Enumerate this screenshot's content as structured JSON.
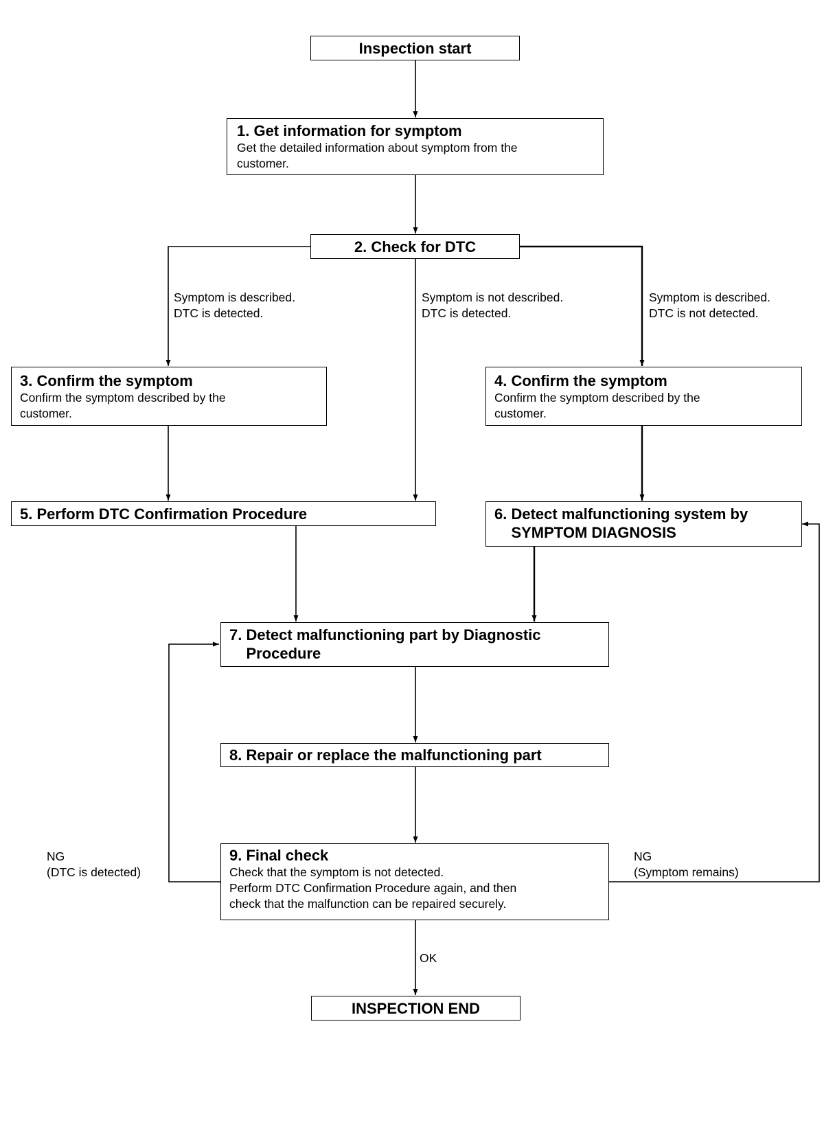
{
  "nodes": {
    "start": {
      "title": "Inspection start"
    },
    "s1": {
      "title": "1. Get information for symptom",
      "desc": "Get the detailed information about symptom from the\ncustomer."
    },
    "s2": {
      "title": "2. Check for DTC"
    },
    "s3": {
      "title": "3. Confirm the symptom",
      "desc": "Confirm the symptom described by the\ncustomer."
    },
    "s4": {
      "title": "4. Confirm the symptom",
      "desc": "Confirm the symptom described by the\ncustomer."
    },
    "s5": {
      "title": "5. Perform DTC Confirmation Procedure"
    },
    "s6": {
      "title": "6. Detect malfunctioning system by\n    SYMPTOM DIAGNOSIS"
    },
    "s7": {
      "title": "7. Detect malfunctioning part by Diagnostic\n    Procedure"
    },
    "s8": {
      "title": "8. Repair or replace the malfunctioning part"
    },
    "s9": {
      "title": "9. Final check",
      "desc": "Check that the symptom is not detected.\nPerform DTC Confirmation Procedure again, and then\ncheck that the malfunction can be repaired securely."
    },
    "end": {
      "title": "INSPECTION END"
    }
  },
  "edge_labels": {
    "left_branch": "Symptom is described.\nDTC is detected.",
    "middle_branch": "Symptom is not described.\nDTC is detected.",
    "right_branch": "Symptom is described.\nDTC is not detected.",
    "ng_left": "NG\n(DTC is detected)",
    "ng_right": "NG\n(Symptom remains)",
    "ok": "OK"
  },
  "edges": [
    {
      "from": "start",
      "to": "s1"
    },
    {
      "from": "s1",
      "to": "s2"
    },
    {
      "from": "s2",
      "to": "s3",
      "label": "left_branch"
    },
    {
      "from": "s2",
      "to": "s5",
      "label": "middle_branch"
    },
    {
      "from": "s2",
      "to": "s4",
      "label": "right_branch"
    },
    {
      "from": "s3",
      "to": "s5"
    },
    {
      "from": "s4",
      "to": "s6"
    },
    {
      "from": "s5",
      "to": "s7"
    },
    {
      "from": "s6",
      "to": "s7"
    },
    {
      "from": "s7",
      "to": "s8"
    },
    {
      "from": "s8",
      "to": "s9"
    },
    {
      "from": "s9",
      "to": "s7",
      "label": "ng_left"
    },
    {
      "from": "s9",
      "to": "s6",
      "label": "ng_right"
    },
    {
      "from": "s9",
      "to": "end",
      "label": "ok"
    }
  ]
}
